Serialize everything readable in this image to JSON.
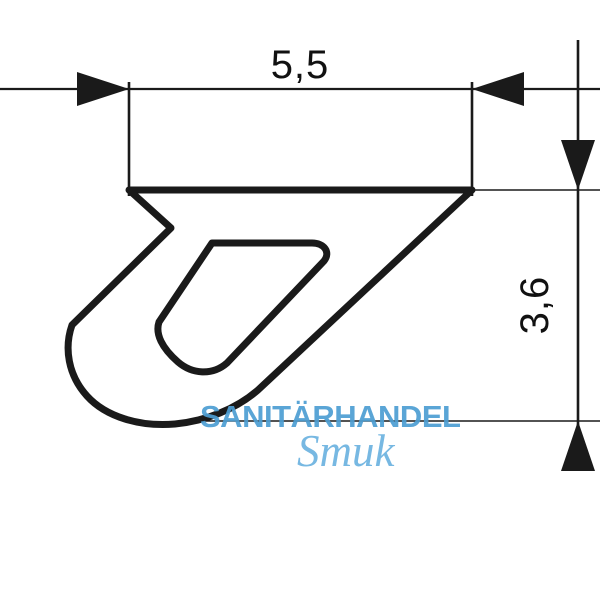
{
  "drawing": {
    "type": "technical-cross-section",
    "description": "Profile cross-section drawing of a sealing gasket with dimension annotations",
    "background_color": "#ffffff",
    "line_color": "#1a1a1a"
  },
  "dimensions": {
    "width": {
      "label": "5,5",
      "orientation": "horizontal",
      "unit_implied": "mm"
    },
    "height": {
      "label": "3,6",
      "orientation": "vertical",
      "unit_implied": "mm"
    }
  },
  "watermark": {
    "line1": "SANITÄRHANDEL",
    "line2": "Smuk",
    "color_primary": "#4d9ed3",
    "color_secondary": "#6cb3e0"
  },
  "icons": {
    "arrow_left": "arrow-left-icon",
    "arrow_right": "arrow-right-icon",
    "arrow_up": "arrow-up-icon",
    "arrow_down": "arrow-down-icon"
  }
}
